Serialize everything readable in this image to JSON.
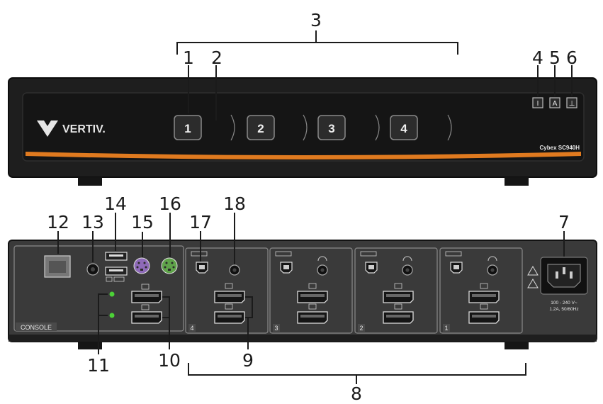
{
  "front": {
    "brand_text": "VERTIV.",
    "model_text": "Cybex SC940H",
    "channel_buttons": [
      "1",
      "2",
      "3",
      "4"
    ],
    "indicator_glyphs": [
      "I",
      "A",
      "⊥"
    ]
  },
  "rear": {
    "console_label": "CONSOLE",
    "port_group_numbers": [
      "4",
      "3",
      "2",
      "1"
    ],
    "power_rating_line1": "100 - 240 V~",
    "power_rating_line2": "1.2A, 50/60Hz"
  },
  "callouts": [
    "1",
    "2",
    "3",
    "4",
    "5",
    "6",
    "7",
    "8",
    "9",
    "10",
    "11",
    "12",
    "13",
    "14",
    "15",
    "16",
    "17",
    "18"
  ],
  "colors": {
    "chassis": "#1e1e1e",
    "chassis_edge": "#0d0d0d",
    "rear_panel": "#3a3a3a",
    "accent_orange": "#e07a1f",
    "led_green": "#4cd137",
    "ps2_purple": "#8e6ab8",
    "ps2_green": "#5fa34a"
  }
}
